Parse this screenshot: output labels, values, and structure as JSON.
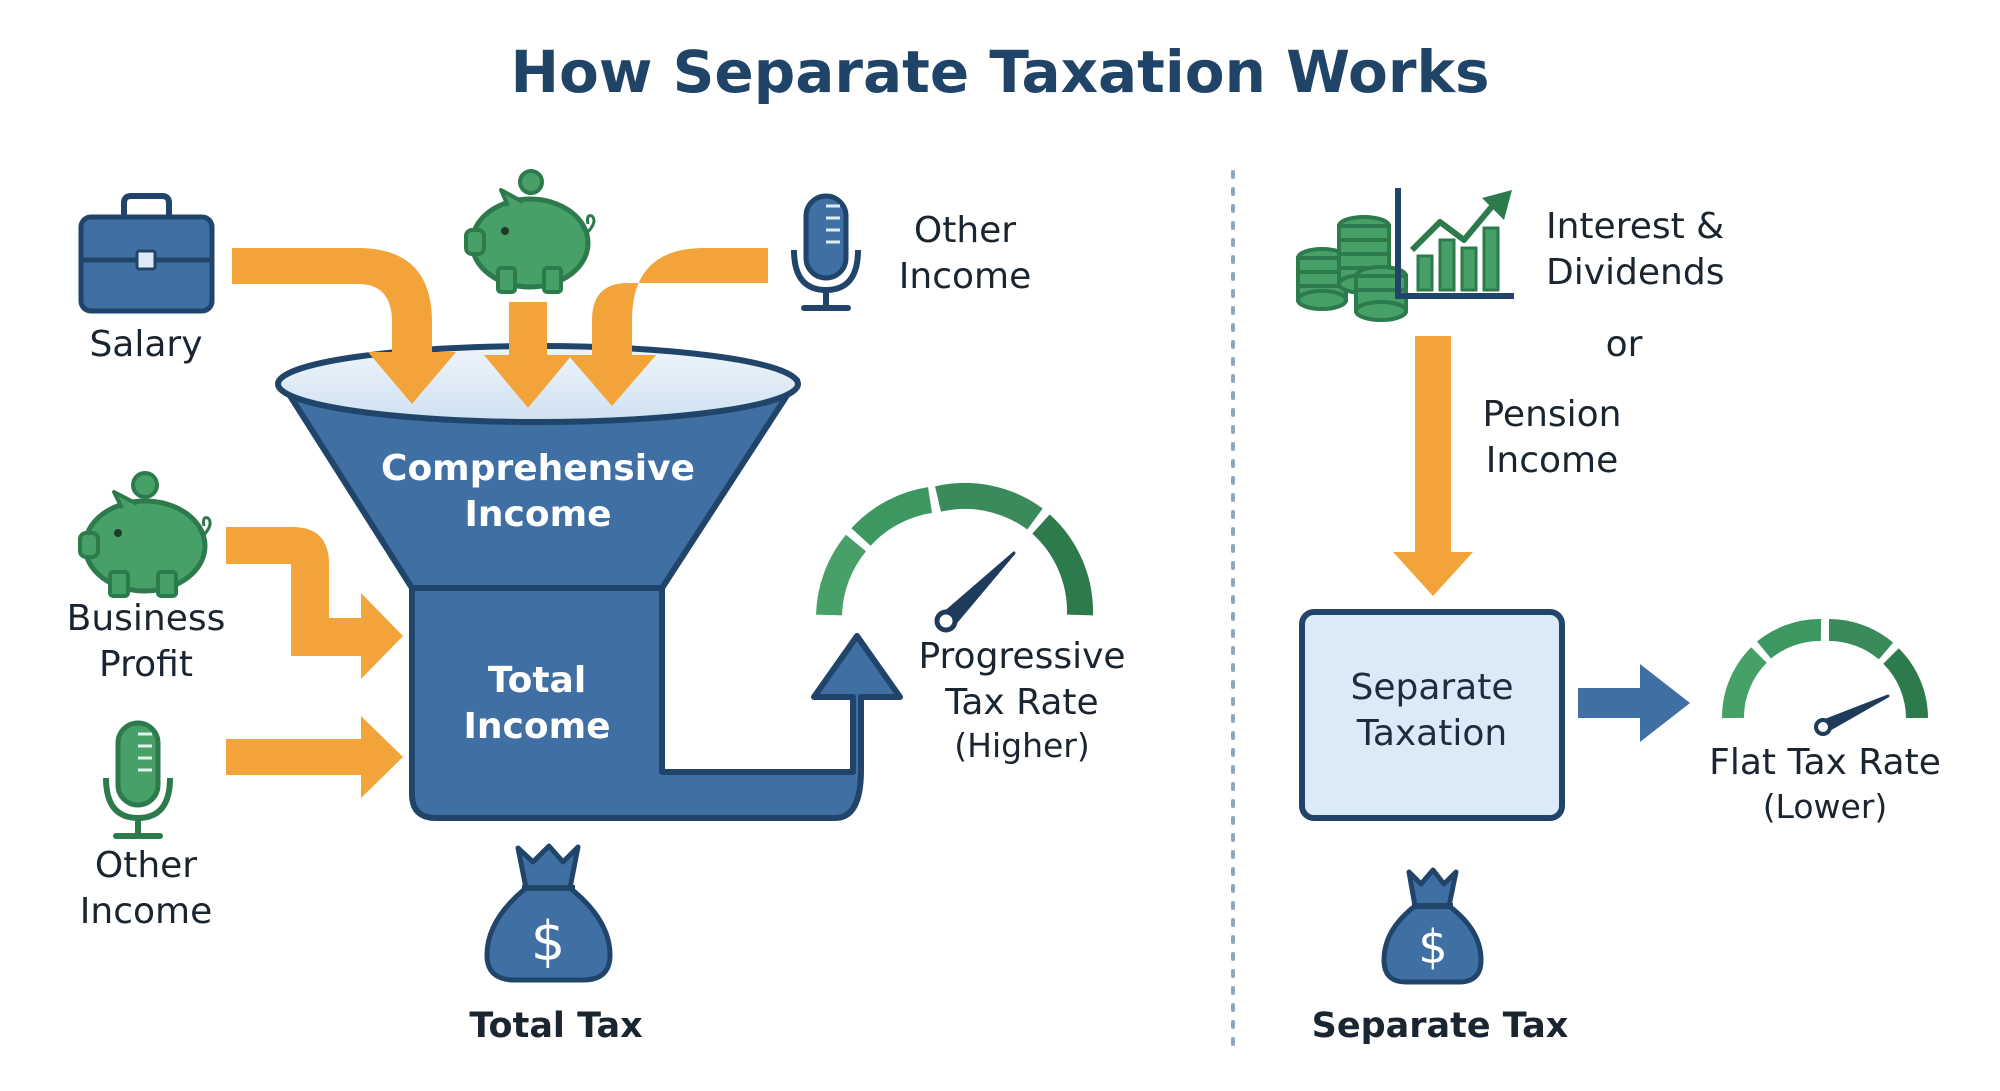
{
  "title": "How Separate Taxation Works",
  "left": {
    "inputs": {
      "salary": "Salary",
      "top_other_1": "Other",
      "top_other_2": "Income",
      "business_1": "Business",
      "business_2": "Profit",
      "bottom_other_1": "Other",
      "bottom_other_2": "Income"
    },
    "funnel": {
      "top_1": "Comprehensive",
      "top_2": "Income",
      "bottom_1": "Total",
      "bottom_2": "Income"
    },
    "gauge": {
      "line_1": "Progressive",
      "line_2": "Tax Rate",
      "line_3": "(Higher)"
    },
    "bag_label": "Total Tax",
    "bag_symbol": "$"
  },
  "right": {
    "source_1": "Interest &",
    "source_2": "Dividends",
    "or": "or",
    "pension_1": "Pension",
    "pension_2": "Income",
    "box_1": "Separate",
    "box_2": "Taxation",
    "gauge_1": "Flat Tax Rate",
    "gauge_2": "(Lower)",
    "bag_label": "Separate Tax",
    "bag_symbol": "$"
  },
  "colors": {
    "navy": "#3f6fa3",
    "navy_dark": "#21456a",
    "orange": "#f2a43a",
    "green": "#47a067",
    "green_dark": "#2d7a4d",
    "light_box": "#dce9f6"
  }
}
